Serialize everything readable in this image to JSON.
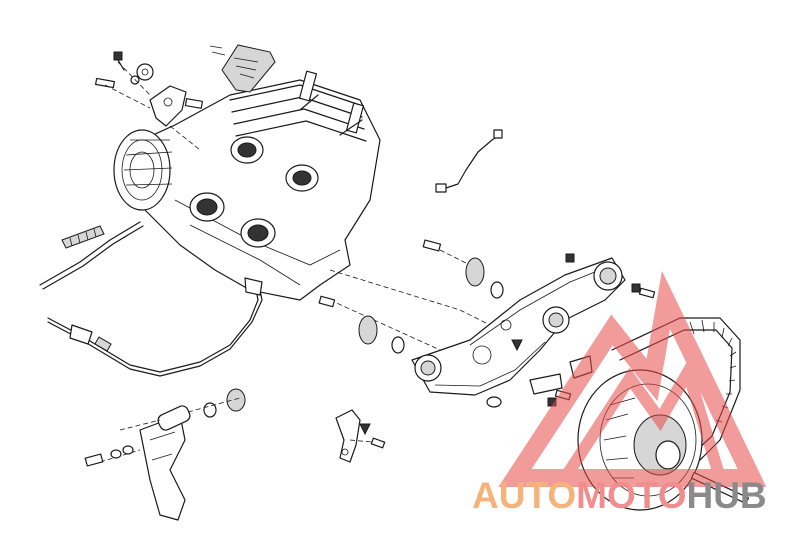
{
  "watermark": {
    "text_part_1": "AUTO",
    "text_part_2": "MOTO",
    "text_part_3": "HUB",
    "color_part_1": "#f5b37a",
    "color_part_2": "#f08d8d",
    "color_part_3": "#8a8a8a",
    "logo_color": "#e84a4a"
  }
}
